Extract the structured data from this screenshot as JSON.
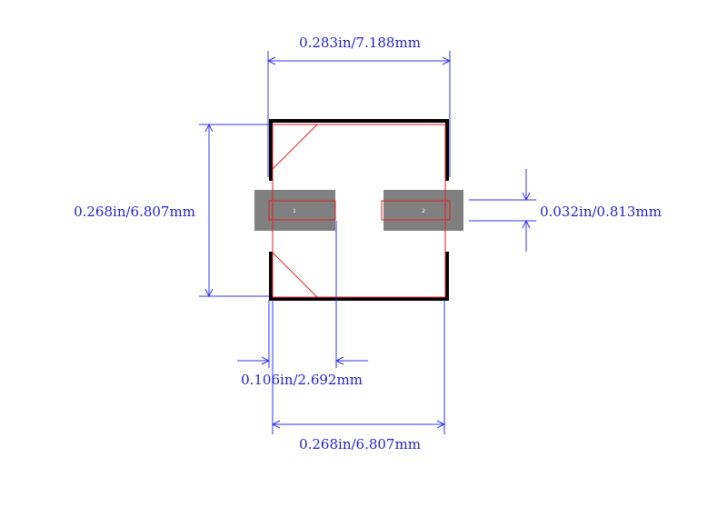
{
  "dimensions": {
    "top_width": "0.283in/7.188mm",
    "left_height": "0.268in/6.807mm",
    "pad_height": "0.032in/0.813mm",
    "pad_width": "0.106in/2.692mm",
    "bottom_width": "0.268in/6.807mm"
  },
  "pads": {
    "pad1_label": "1",
    "pad2_label": "2"
  },
  "colors": {
    "dimension_line": "#3333ee",
    "dimension_text": "#2222cc",
    "body_outline": "#000000",
    "pad_fill": "#808080",
    "courtyard": "#dd2222",
    "background": "#ffffff"
  }
}
